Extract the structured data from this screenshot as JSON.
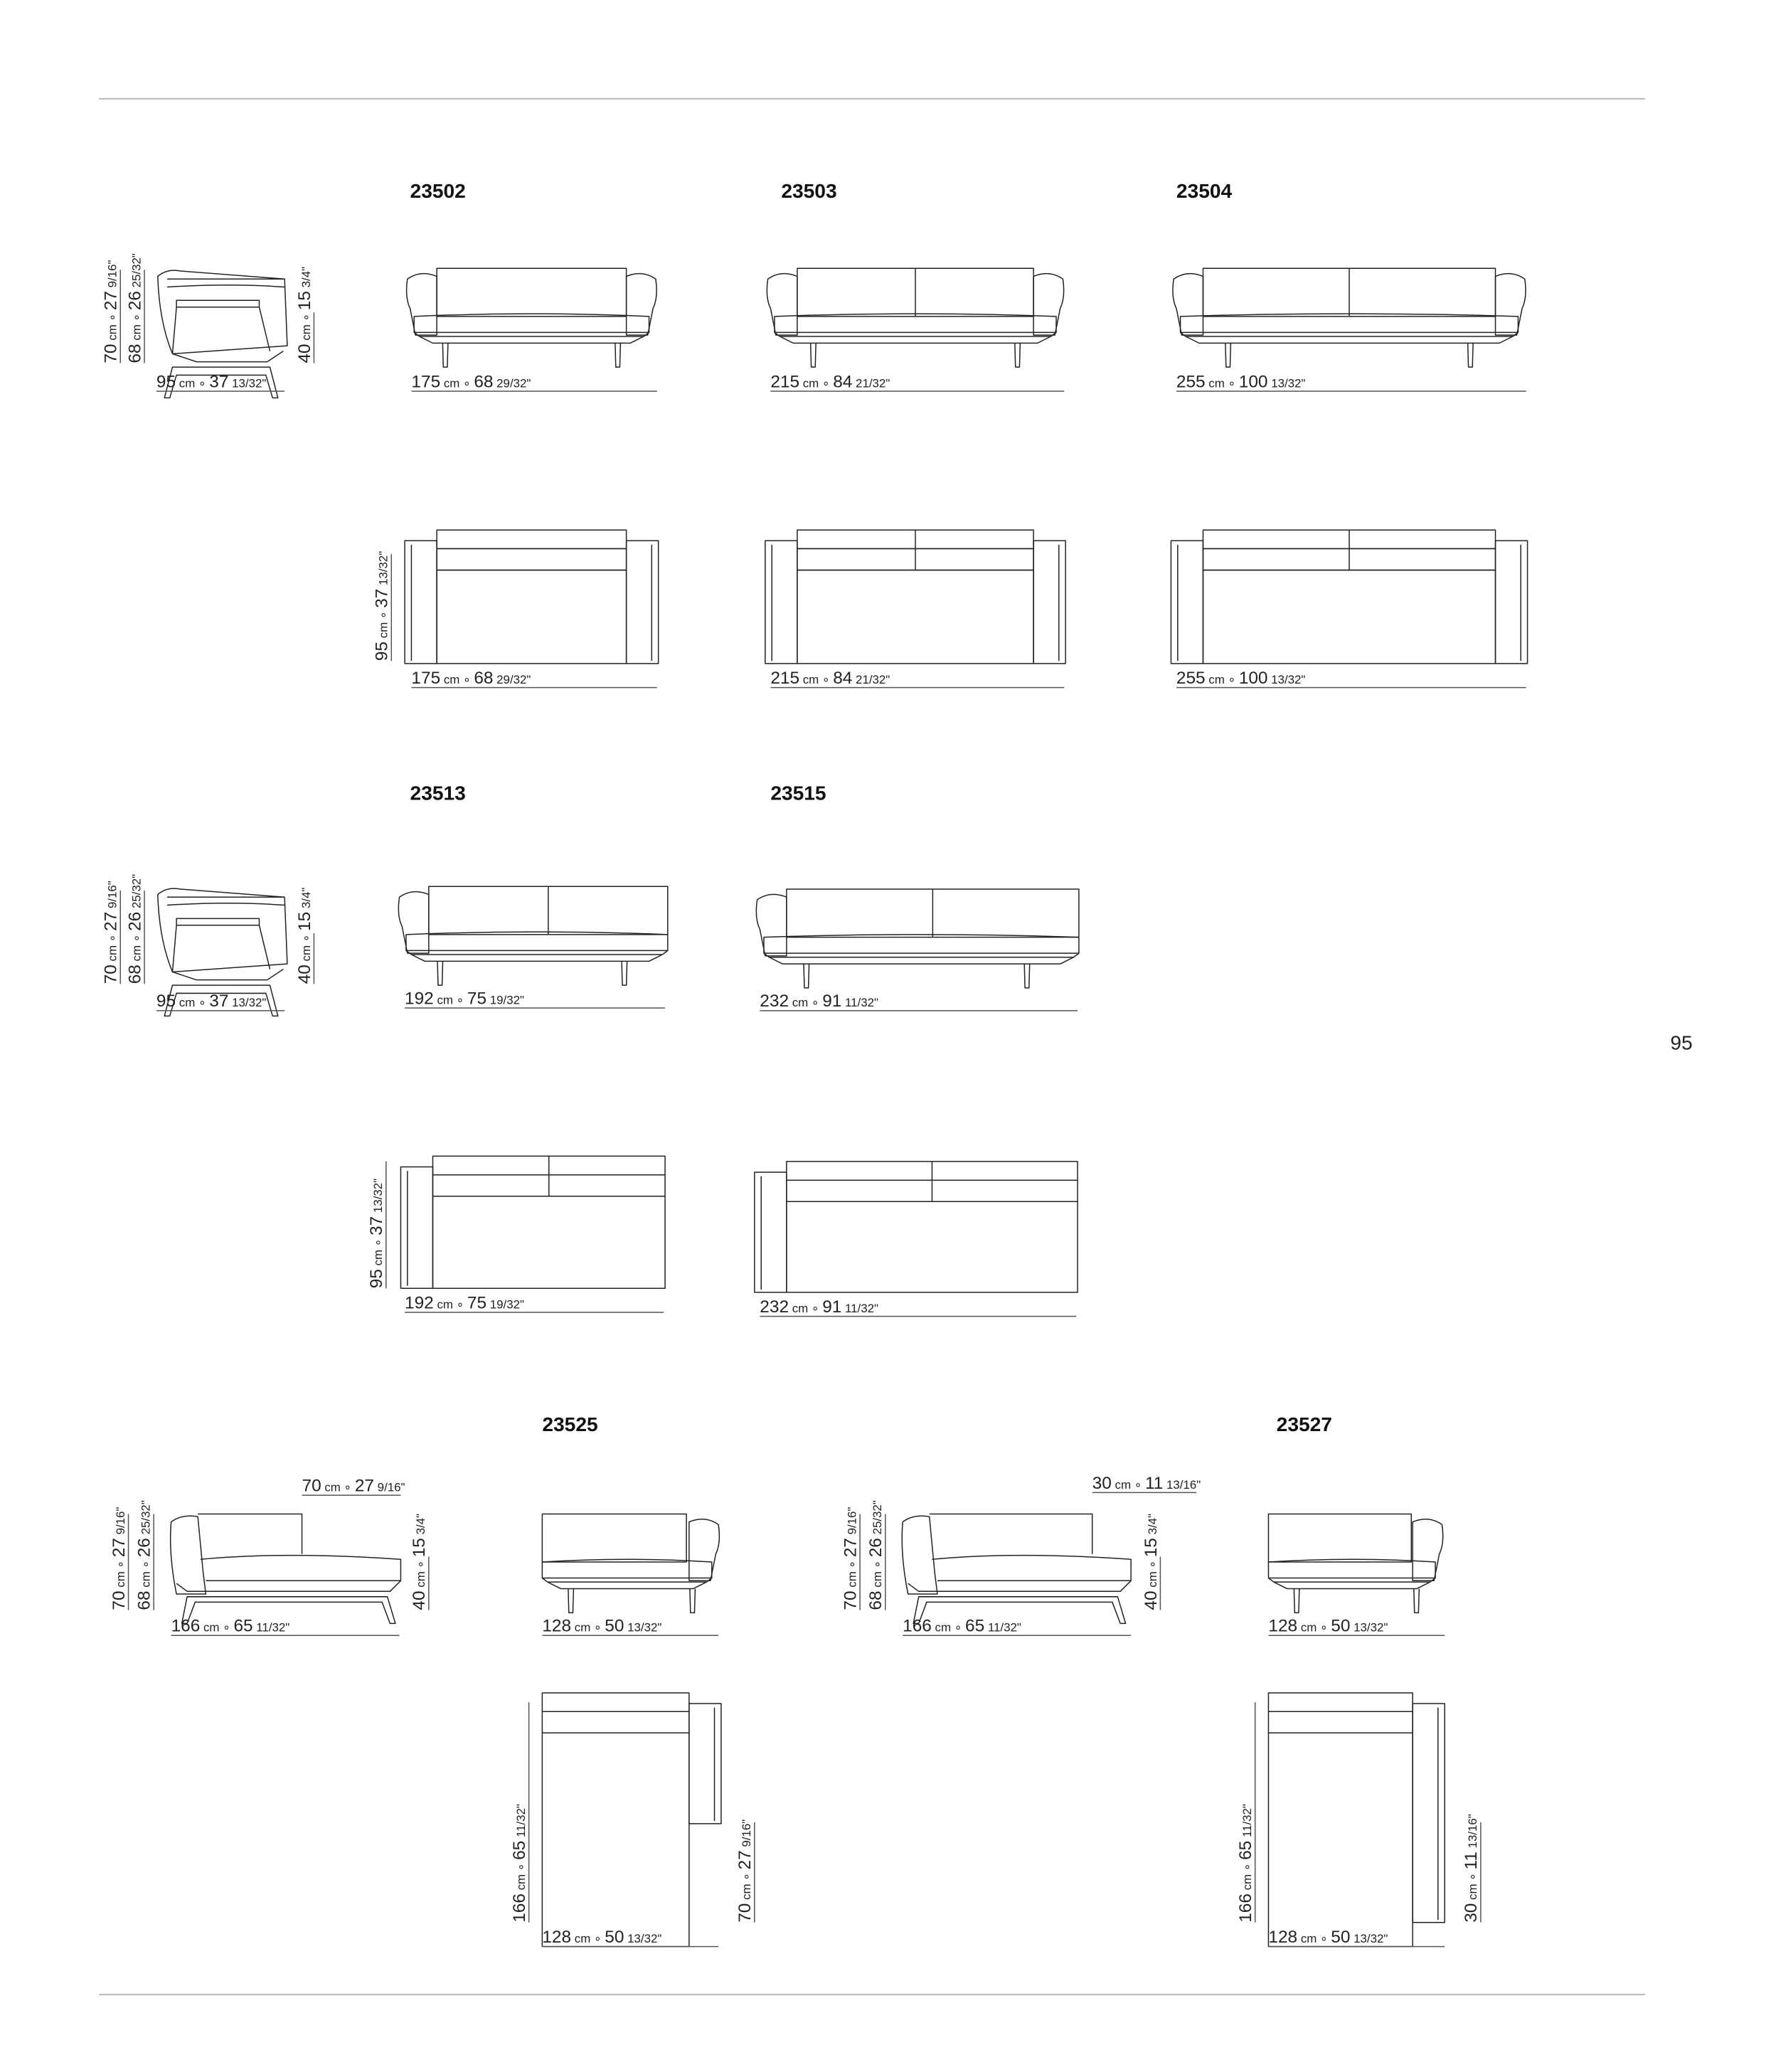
{
  "page_number": "95",
  "unit_cm": "cm",
  "separator": "∘",
  "models": [
    {
      "code": "23502"
    },
    {
      "code": "23503"
    },
    {
      "code": "23504"
    },
    {
      "code": "23513"
    },
    {
      "code": "23515"
    },
    {
      "code": "23525"
    },
    {
      "code": "23527"
    }
  ],
  "dimensions": {
    "d95": {
      "cm": "95",
      "in": "37",
      "frac": "13/32\""
    },
    "d70": {
      "cm": "70",
      "in": "27",
      "frac": "9/16\""
    },
    "d68": {
      "cm": "68",
      "in": "26",
      "frac": "25/32\""
    },
    "d40": {
      "cm": "40",
      "in": "15",
      "frac": "3/4\""
    },
    "d175": {
      "cm": "175",
      "in": "68",
      "frac": "29/32\""
    },
    "d215": {
      "cm": "215",
      "in": "84",
      "frac": "21/32\""
    },
    "d255": {
      "cm": "255",
      "in": "100",
      "frac": "13/32\""
    },
    "d192": {
      "cm": "192",
      "in": "75",
      "frac": "19/32\""
    },
    "d232": {
      "cm": "232",
      "in": "91",
      "frac": "11/32\""
    },
    "d166": {
      "cm": "166",
      "in": "65",
      "frac": "11/32\""
    },
    "d128": {
      "cm": "128",
      "in": "50",
      "frac": "13/32\""
    },
    "d30": {
      "cm": "30",
      "in": "11",
      "frac": "13/16\""
    }
  }
}
